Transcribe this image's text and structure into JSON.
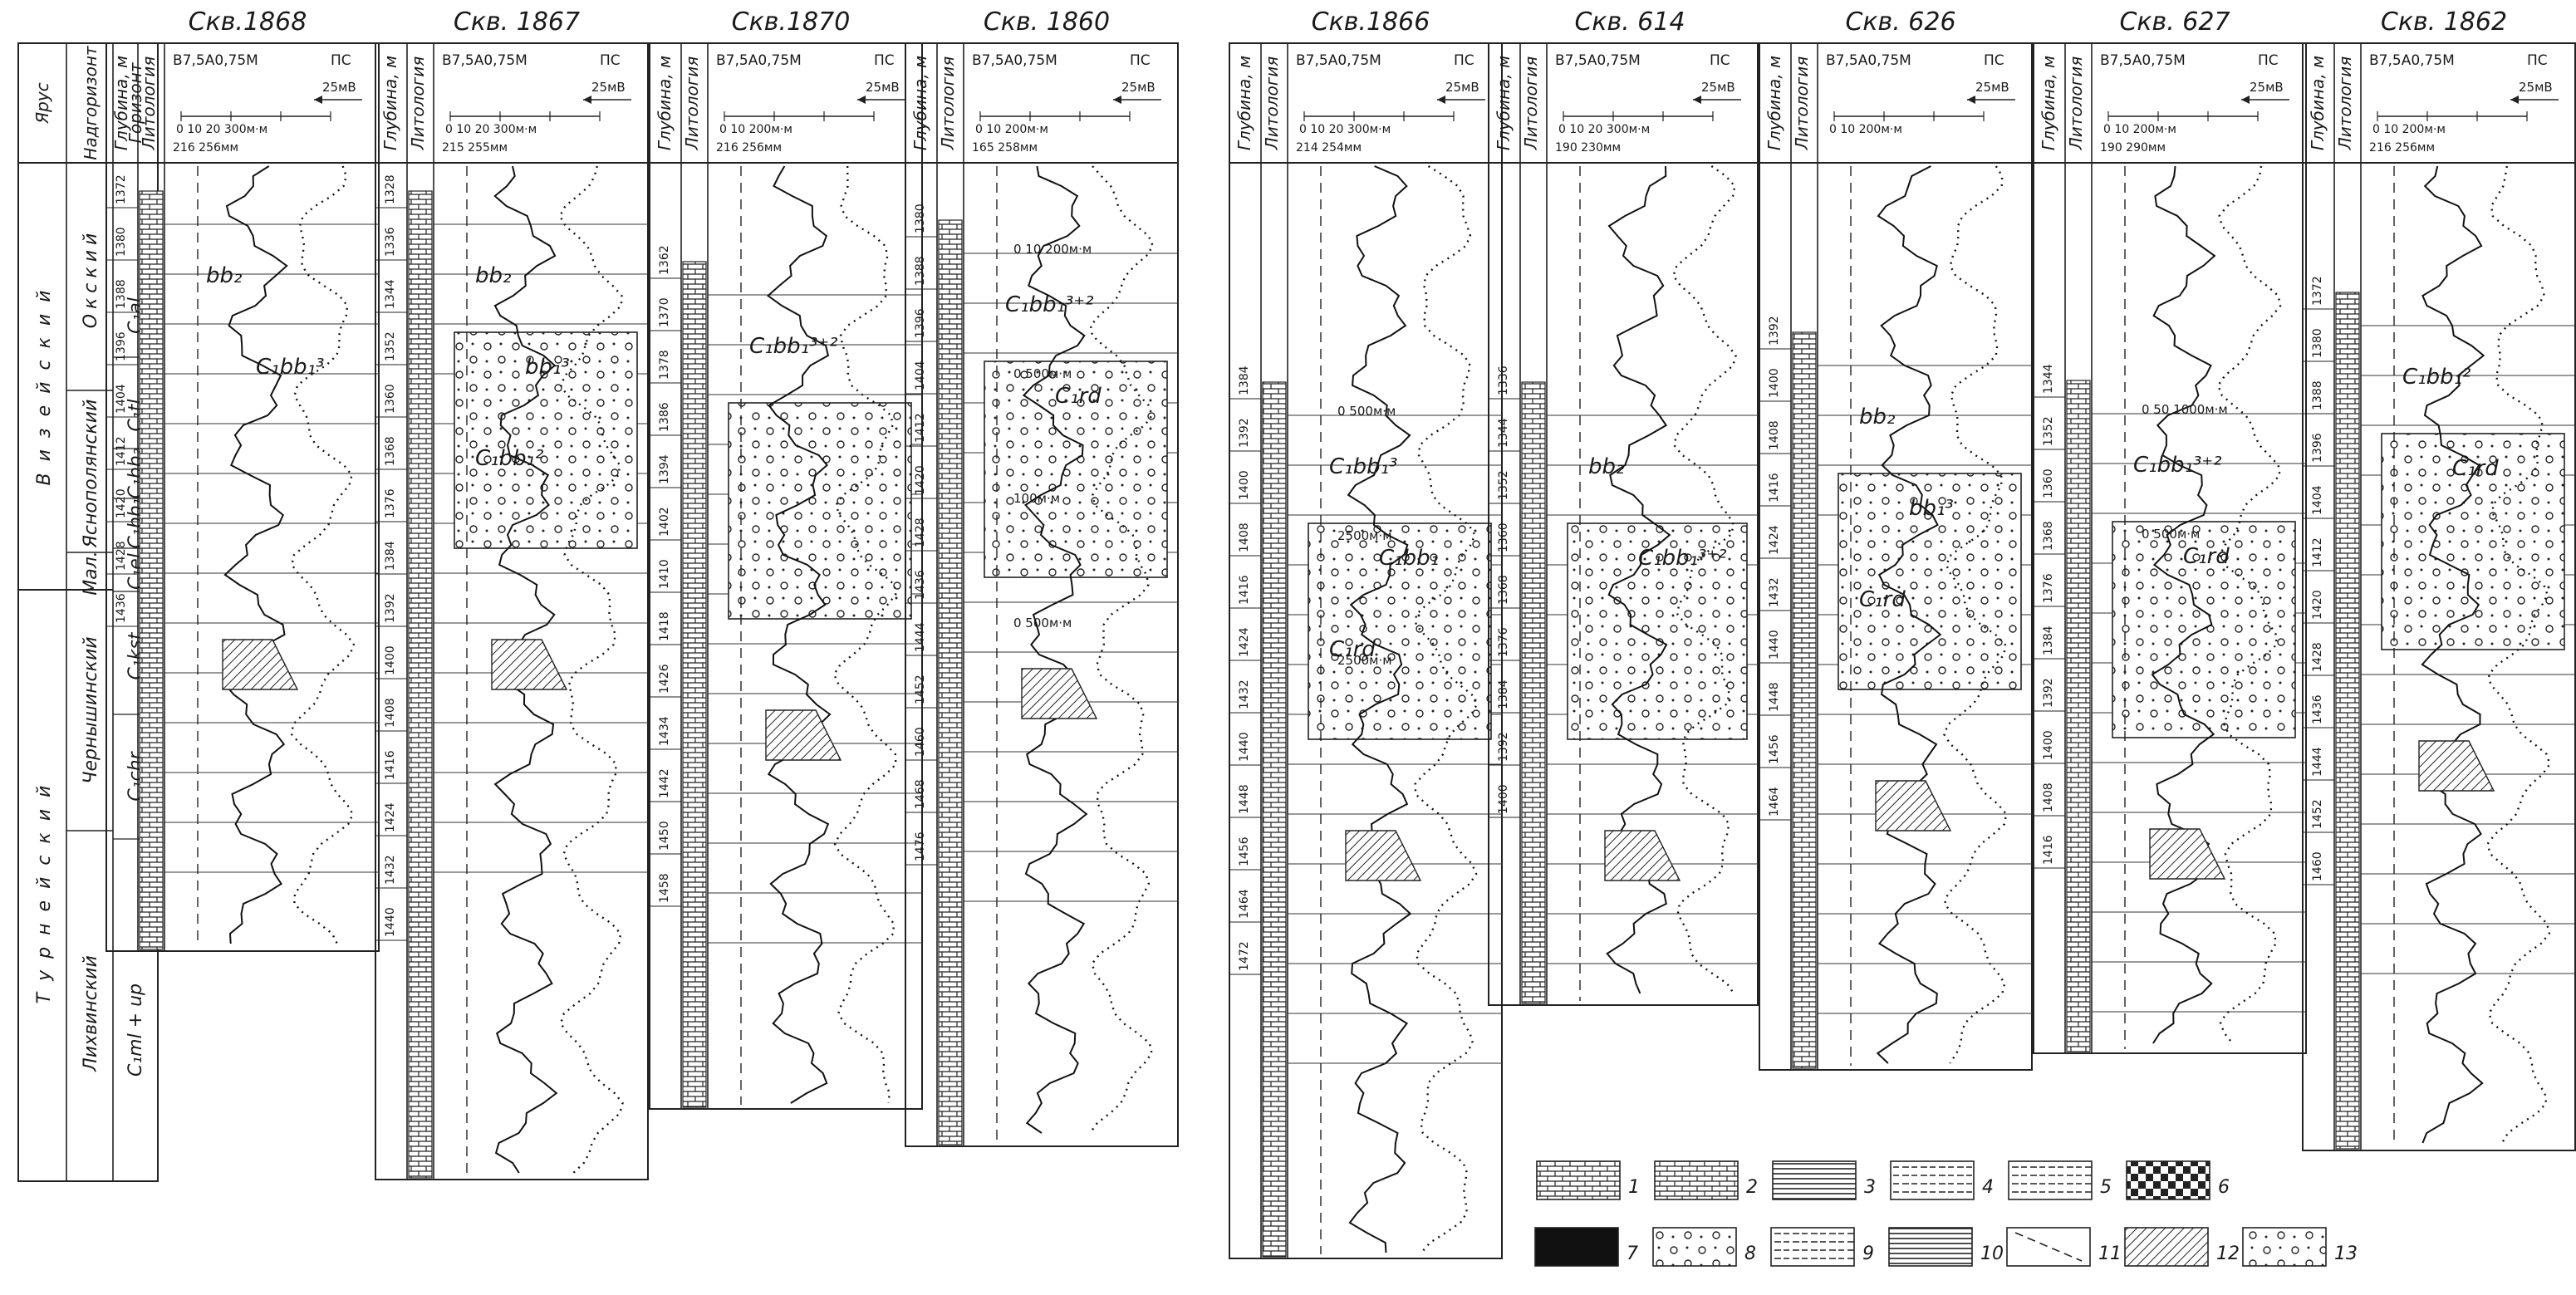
{
  "header_cols": [
    "Ярус",
    "Надгоризонт",
    "Горизонт"
  ],
  "col_depth": "Глубина, м",
  "col_litho": "Литология",
  "stages": [
    "Визейский",
    "Турнейский"
  ],
  "superhorizons": [
    "Окский",
    "Яснополянский",
    "Мал.",
    "Чернышинский",
    "Лихвинский"
  ],
  "horizons": [
    "C₁al",
    "C₁tl",
    "C₁bb₂",
    "C₁bb₁",
    "C₁el",
    "C₁kst",
    "C₁chr",
    "C₁ml + up"
  ],
  "wells": [
    {
      "title": "Скв.1868",
      "probe": "B7,5A0,75M",
      "ps": "ПС",
      "mv": "25мВ",
      "scale": "0 10 20 300м·м",
      "diam": "216 256мм",
      "depths": [
        "1372",
        "1380",
        "1388",
        "1396",
        "1404",
        "1412",
        "1420",
        "1428",
        "1436"
      ],
      "labels": [
        "bb₂",
        "C₁bb₁³"
      ]
    },
    {
      "title": "Скв. 1867",
      "probe": "B7,5A0,75M",
      "ps": "ПС",
      "mv": "25мВ",
      "scale": "0 10 20 300м·м",
      "diam": "215 255мм",
      "depths": [
        "1328",
        "1336",
        "1344",
        "1352",
        "1360",
        "1368",
        "1376",
        "1384",
        "1392",
        "1400",
        "1408",
        "1416",
        "1424",
        "1432",
        "1440"
      ],
      "labels": [
        "bb₂",
        "bb₁³",
        "C₁bb₁²"
      ]
    },
    {
      "title": "Скв.1870",
      "probe": "B7,5A0,75M",
      "ps": "ПС",
      "mv": "25мВ",
      "scale": "0 10 200м·м",
      "diam": "216 256мм",
      "depths": [
        "1362",
        "1370",
        "1378",
        "1386",
        "1394",
        "1402",
        "1410",
        "1418",
        "1426",
        "1434",
        "1442",
        "1450",
        "1458"
      ],
      "labels": [
        "C₁bb₁³⁺²"
      ]
    },
    {
      "title": "Скв. 1860",
      "probe": "B7,5A0,75M",
      "ps": "ПС",
      "mv": "25мВ",
      "scale": "0 10 200м·м",
      "diam": "165 258мм",
      "depths": [
        "1380",
        "1388",
        "1396",
        "1404",
        "1412",
        "1420",
        "1428",
        "1436",
        "1444",
        "1452",
        "1460",
        "1468",
        "1476"
      ],
      "labels": [
        "C₁bb₁³⁺²",
        "C₁rd"
      ],
      "curve_marks": [
        "0 10 200м·м",
        "0 500м·м",
        "100м·м",
        "0 500м·м"
      ]
    },
    {
      "title": "Скв.1866",
      "probe": "B7,5A0,75M",
      "ps": "ПС",
      "mv": "25мВ",
      "scale": "0 10 20 300м·м",
      "diam": "214 254мм",
      "depths": [
        "1384",
        "1392",
        "1400",
        "1408",
        "1416",
        "1424",
        "1432",
        "1440",
        "1448",
        "1456",
        "1464",
        "1472"
      ],
      "labels": [
        "C₁bb₁³",
        "C₁bb₁",
        "C₁rd"
      ],
      "curve_marks": [
        "0 500м·м",
        "2500м·м",
        "2500м·м"
      ]
    },
    {
      "title": "Скв. 614",
      "probe": "B7,5A0,75M",
      "ps": "ПС",
      "mv": "25мВ",
      "scale": "0 10 20 300м·м",
      "diam": "190 230мм",
      "depths": [
        "1336",
        "1344",
        "1352",
        "1360",
        "1368",
        "1376",
        "1384",
        "1392",
        "1400"
      ],
      "labels": [
        "bb₂",
        "C₁bb₁³⁺²"
      ]
    },
    {
      "title": "Скв. 626",
      "probe": "B7,5A0,75M",
      "ps": "ПС",
      "mv": "25мВ",
      "scale": "0 10 200м·м",
      "diam": "",
      "depths": [
        "1392",
        "1400",
        "1408",
        "1416",
        "1424",
        "1432",
        "1440",
        "1448",
        "1456",
        "1464"
      ],
      "labels": [
        "bb₂",
        "bb₁³",
        "C₁rd"
      ]
    },
    {
      "title": "Скв. 627",
      "probe": "B7,5A0,75M",
      "ps": "ПС",
      "mv": "25мВ",
      "scale": "0 10 200м·м",
      "diam": "190 290мм",
      "depths": [
        "1344",
        "1352",
        "1360",
        "1368",
        "1376",
        "1384",
        "1392",
        "1400",
        "1408",
        "1416"
      ],
      "labels": [
        "C₁bb₁³⁺²",
        "C₁rd"
      ],
      "curve_marks": [
        "0 50 1000м·м",
        "0 500м·м"
      ]
    },
    {
      "title": "Скв. 1862",
      "probe": "B7,5A0,75M",
      "ps": "ПС",
      "mv": "25мВ",
      "scale": "0 10 200м·м",
      "diam": "216 256мм",
      "depths": [
        "1372",
        "1380",
        "1388",
        "1396",
        "1404",
        "1412",
        "1420",
        "1428",
        "1436",
        "1444",
        "1452",
        "1460"
      ],
      "labels": [
        "C₁bb₁²",
        "C₁rd"
      ]
    }
  ],
  "legend": [
    "1",
    "2",
    "3",
    "4",
    "5",
    "6",
    "7",
    "8",
    "9",
    "10",
    "11",
    "12",
    "13"
  ]
}
